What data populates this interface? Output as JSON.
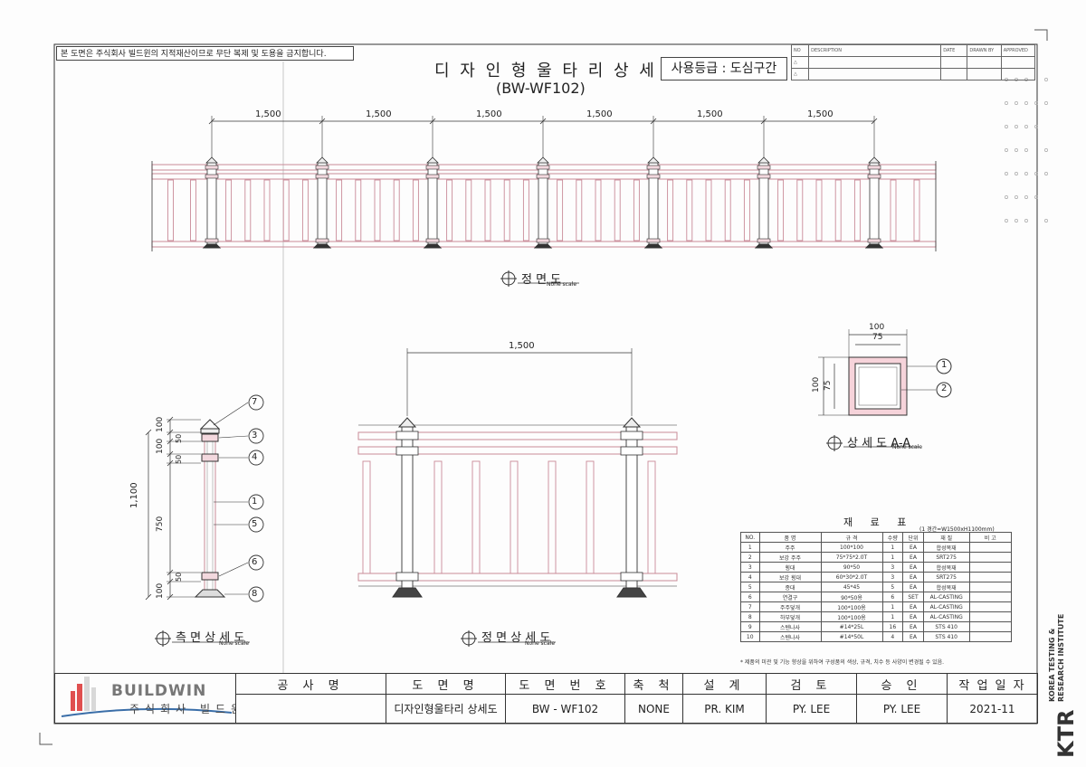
{
  "header": {
    "notice": "본 도면은 주식회사 빌드윈의 지적재산이므로 무단 복제 및 도용을 금지합니다.",
    "title": "디 자 인 형 울 타 리 상 세 도",
    "code": "(BW-WF102)",
    "grade": "사용등급 : 도심구간",
    "revision_headers": [
      "NO",
      "DESCRIPTION",
      "DATE",
      "DRAWN BY",
      "APPROVED"
    ]
  },
  "front_view": {
    "spans": [
      "1,500",
      "1,500",
      "1,500",
      "1,500",
      "1,500",
      "1,500"
    ],
    "label": "정 면 도",
    "scale": "None scale"
  },
  "side_detail": {
    "label": "측 면 상 세 도",
    "scale": "None scale",
    "total": "1,100",
    "dims": [
      "100",
      "100",
      "50",
      "50",
      "750",
      "50",
      "100"
    ],
    "callouts": [
      "7",
      "3",
      "4",
      "1",
      "5",
      "6",
      "8"
    ]
  },
  "front_detail": {
    "span": "1,500",
    "label": "정 면 상 세 도",
    "scale": "None scale"
  },
  "section": {
    "label": "상 세 도 A-A",
    "scale": "None scale",
    "outer_w": "100",
    "inner_w": "75",
    "outer_h": "100",
    "inner_h": "75",
    "callouts": [
      "1",
      "2"
    ]
  },
  "materials": {
    "title": "재 료 표",
    "subtitle": "(1 경간=W1500xH1100mm)",
    "headers": [
      "NO.",
      "품 명",
      "규 격",
      "수량",
      "단위",
      "재 질",
      "비 고"
    ],
    "rows": [
      [
        "1",
        "주주",
        "100*100",
        "1",
        "EA",
        "합성목재",
        ""
      ],
      [
        "2",
        "보강 주주",
        "75*75*2.0T",
        "1",
        "EA",
        "SRT275",
        ""
      ],
      [
        "3",
        "횡대",
        "90*50",
        "3",
        "EA",
        "합성목재",
        ""
      ],
      [
        "4",
        "보강 횡대",
        "60*30*2.0T",
        "3",
        "EA",
        "SRT275",
        ""
      ],
      [
        "5",
        "종대",
        "45*45",
        "5",
        "EA",
        "합성목재",
        ""
      ],
      [
        "6",
        "연결구",
        "90*50용",
        "6",
        "SET",
        "AL-CASTING",
        ""
      ],
      [
        "7",
        "주주덮개",
        "100*100용",
        "1",
        "EA",
        "AL-CASTING",
        ""
      ],
      [
        "8",
        "하부덮개",
        "100*100용",
        "1",
        "EA",
        "AL-CASTING",
        ""
      ],
      [
        "9",
        "스텐나사",
        "#14*25L",
        "16",
        "EA",
        "STS 410",
        ""
      ],
      [
        "10",
        "스텐나사",
        "#14*50L",
        "4",
        "EA",
        "STS 410",
        ""
      ]
    ],
    "note": "* 제품의 미관 및 기능 향상을 위하여 구성품의 색상, 규격, 치수 등 사양이 변경될 수 있음."
  },
  "title_block": {
    "logo_text": "BUILDWIN",
    "company": "주식회사 빌드윈",
    "headers": [
      "공 사 명",
      "도 면 명",
      "도 면 번 호",
      "축 척",
      "설 계",
      "검 토",
      "승 인",
      "작 업 일 자"
    ],
    "values": [
      "",
      "디자인형울타리 상세도",
      "BW - WF102",
      "NONE",
      "PR. KIM",
      "PY. LEE",
      "PY. LEE",
      "2021-11"
    ]
  },
  "ktr": {
    "mark": "KTR",
    "line1": "KOREA TESTING &",
    "line2": "RESEARCH INSTITUTE"
  },
  "colors": {
    "wood": "#c98a98",
    "line": "#333333"
  }
}
